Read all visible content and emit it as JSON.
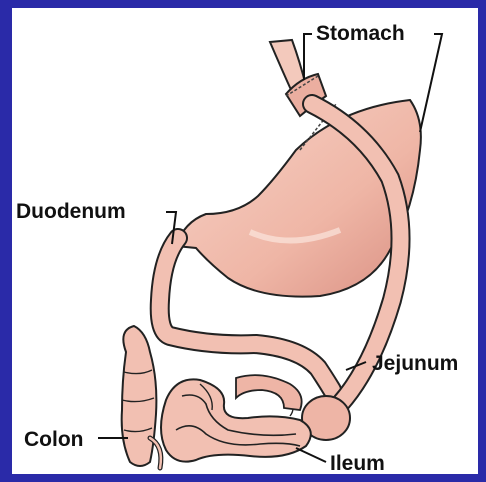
{
  "labels": {
    "stomach": "Stomach",
    "duodenum": "Duodenum",
    "jejunum": "Jejunum",
    "colon": "Colon",
    "ileum": "Ileum"
  },
  "colors": {
    "frame": "#2a2aa8",
    "tissue": "#f2c0b2",
    "tissue_shadow": "#d9968a",
    "outline": "#222222"
  }
}
